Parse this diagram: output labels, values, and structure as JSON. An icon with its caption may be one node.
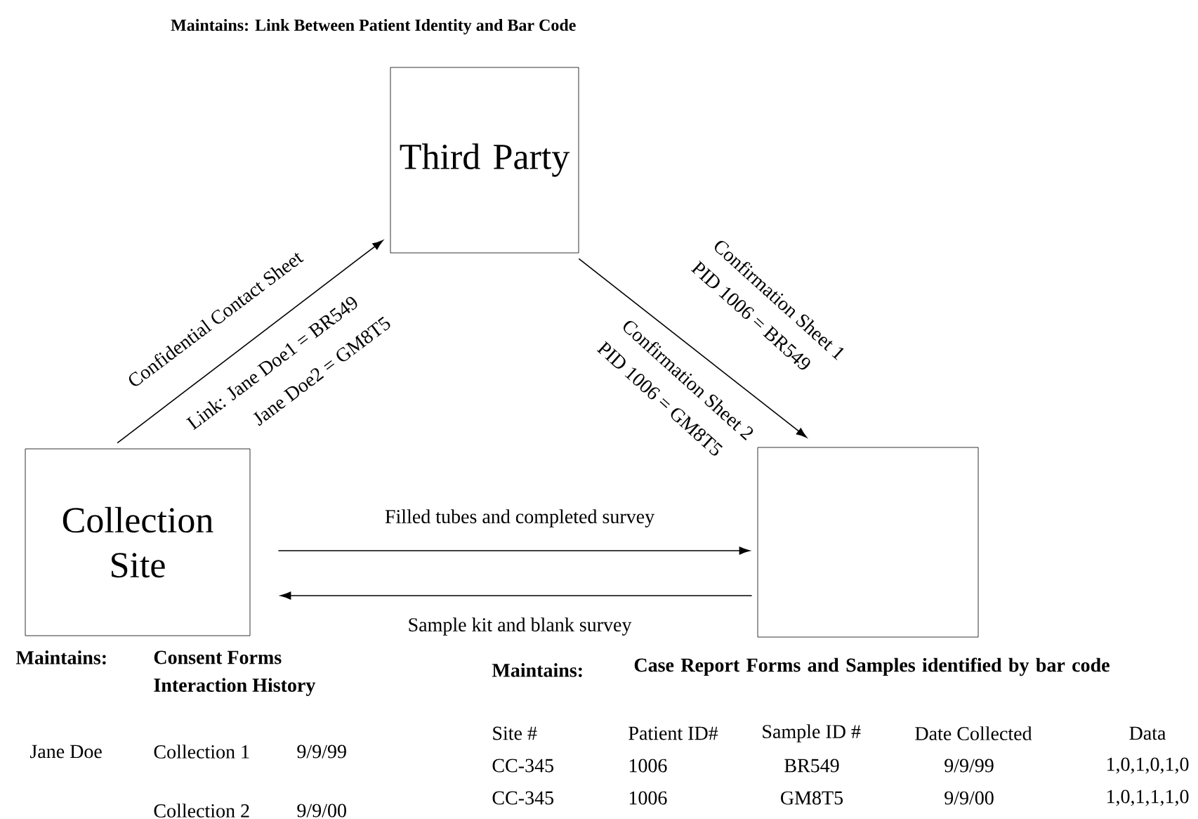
{
  "diagram": {
    "title": "Maintains:  Link Between Patient Identity and Bar Code",
    "nodes": [
      {
        "text": [
          "Third Party"
        ]
      },
      {
        "text": [
          "Collection Site"
        ]
      },
      {
        "text": [],
        "shape": "box"
      }
    ],
    "edges": [
      {
        "from": 1,
        "to": 0,
        "arrow": "to",
        "label": "Confidential Contact Sheet"
      },
      {
        "from": 0,
        "to": 2,
        "arrow": "to",
        "label": "Confirmation Sheet 1"
      },
      {
        "from": 1,
        "to": 2,
        "arrow": "to",
        "label": "Filled tubes and completed survey"
      },
      {
        "from": 2,
        "to": 1,
        "arrow": "to",
        "label": "Sample kit and blank survey"
      }
    ],
    "labels": [
      "Link: Jane Doe1 = BR549",
      "Jane Doe2 = GM8T5",
      "PID 1006 = BR549",
      "Confirmation Sheet 2",
      "PID 1006 = GM8T5",
      "Maintains:",
      "Consent Forms",
      "Interaction History",
      "Maintains:",
      "Case Report Forms and Samples identified by bar code",
      "Jane Doe",
      "Collection 1",
      "9/9/99",
      "Collection 2",
      "9/9/00",
      "Site #",
      "Patient ID#",
      "Sample ID #",
      "Date Collected",
      "Data",
      "CC-345",
      "1006",
      "BR549",
      "9/9/99",
      "1,0,1,0,1,0",
      "CC-345",
      "1006",
      "GM8T5",
      "9/9/00",
      "1,0,1,1,1,0"
    ]
  }
}
